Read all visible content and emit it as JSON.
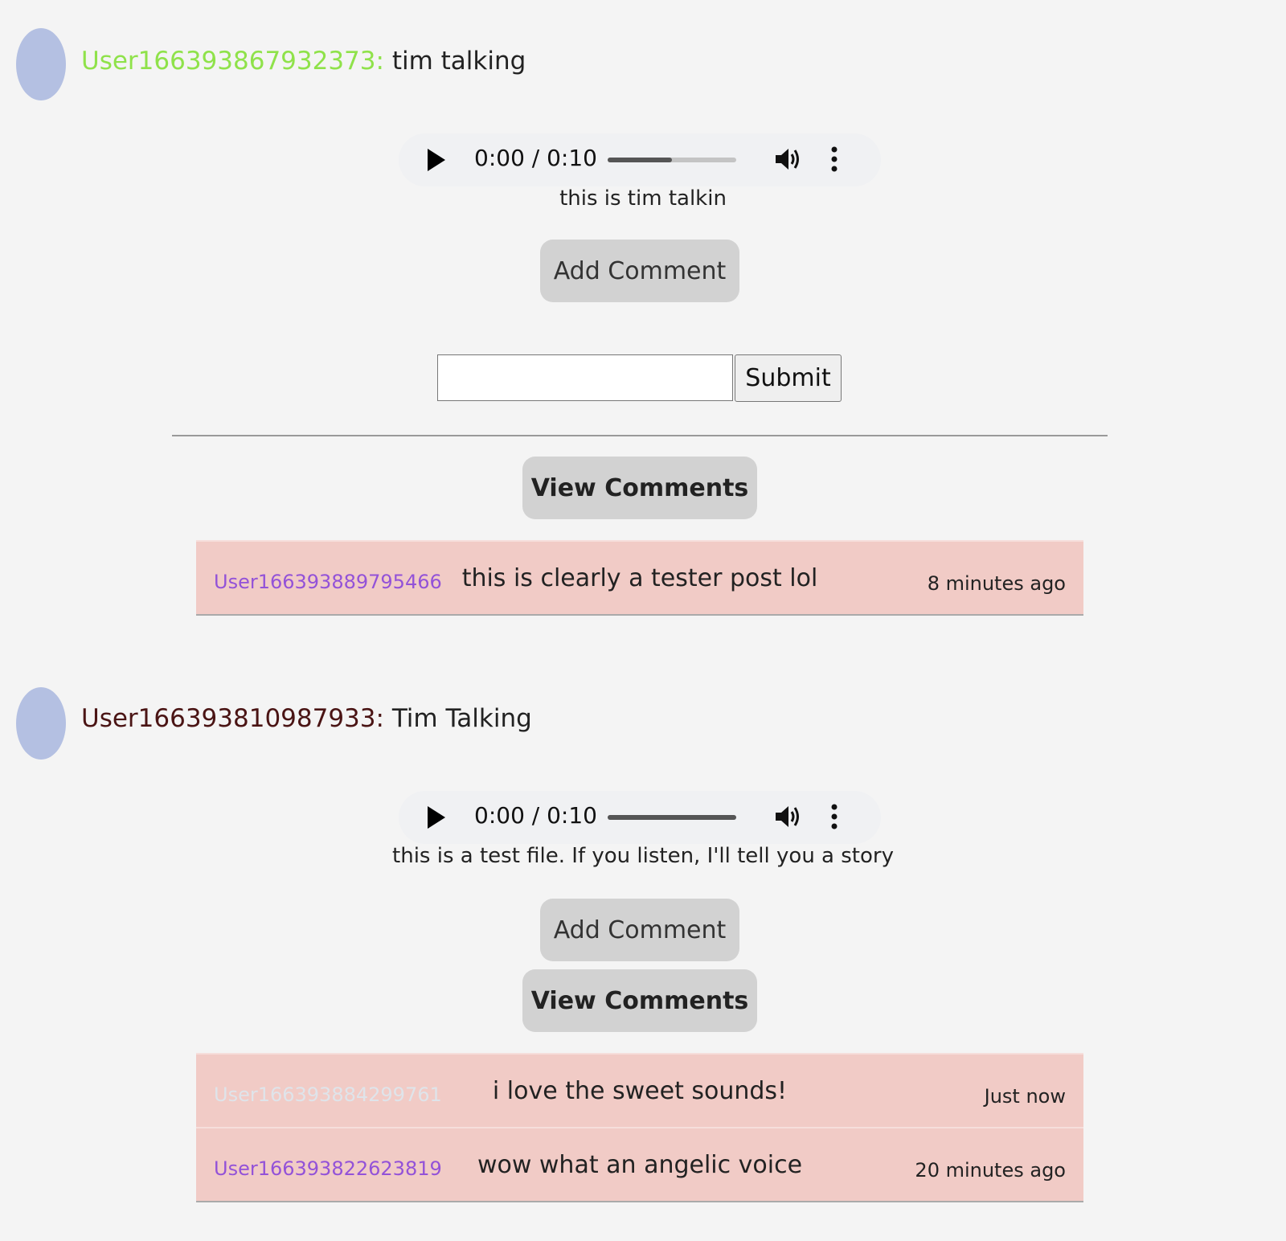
{
  "posts": [
    {
      "username": "User166393867932373:",
      "username_color": "#8fe24a",
      "title": "tim talking",
      "player": {
        "time": "0:00 / 0:10",
        "progress": 0.5
      },
      "description": "this is tim talkin",
      "add_comment_label": "Add Comment",
      "comment_input": {
        "value": "",
        "placeholder": ""
      },
      "submit_label": "Submit",
      "view_comments_label": "View Comments",
      "comments": [
        {
          "user": "User166393889795466",
          "text": "this is clearly a tester post lol",
          "time": "8 minutes ago"
        }
      ]
    },
    {
      "username": "User166393810987933:",
      "username_color": "#4a1414",
      "title": "Tim Talking",
      "player": {
        "time": "0:00 / 0:10",
        "progress": 1.0
      },
      "description": "this is a test file. If you listen, I'll tell you a story",
      "add_comment_label": "Add Comment",
      "view_comments_label": "View Comments",
      "comments": [
        {
          "user": "User166393884299761",
          "text": "i love the sweet sounds!",
          "time": "Just now"
        },
        {
          "user": "User166393822623819",
          "text": "wow what an angelic voice",
          "time": "20 minutes ago"
        }
      ]
    }
  ],
  "colors": {
    "comment_background": "#f1cbc6",
    "comment_username": "#9352d8",
    "button_background": "#d2d2d2",
    "avatar": "#b4c0e2"
  },
  "icons": [
    "play-icon",
    "volume-icon",
    "more-options-icon"
  ]
}
